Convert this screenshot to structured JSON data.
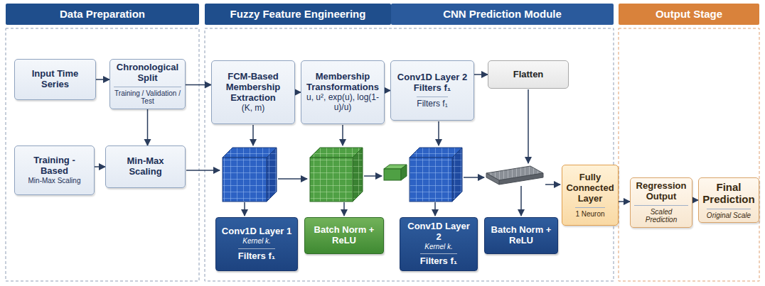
{
  "diagram": {
    "nodes": [
      {
        "text": [
          "Data Preparation"
        ]
      },
      {
        "text": [
          "Fuzzy Feature Engineering"
        ]
      },
      {
        "text": [
          "CNN Prediction Module"
        ]
      },
      {
        "text": [
          "Output Stage"
        ]
      },
      {
        "text": [
          "Input Time Series"
        ]
      },
      {
        "text": [
          "Chronological Split",
          "Training / Validation / Test"
        ]
      },
      {
        "text": [
          "Training - Based",
          "Min-Max Scaling"
        ]
      },
      {
        "text": [
          "Min-Max Scaling"
        ]
      },
      {
        "text": [
          "FCM-Based Membership Extraction",
          "(K, m)"
        ]
      },
      {
        "text": [
          "Membership Transformations",
          "u, u², exp(u), log(1-u)/u)"
        ]
      },
      {
        "text": [
          "Conv1D Layer 2 Filters f₁",
          "Filters f₁"
        ]
      },
      {
        "text": [
          "Flatten"
        ]
      },
      {
        "text": [
          "Conv1D Layer 1",
          "Kernel k.",
          "Filters f₁"
        ]
      },
      {
        "text": [
          "Batch Norm + ReLU"
        ]
      },
      {
        "text": [
          "Conv1D Layer 2",
          "Kernel k.",
          "Filters f₁"
        ]
      },
      {
        "text": [
          "Batch Norm + ReLU"
        ]
      },
      {
        "text": [
          "Fully Connected Layer",
          "1 Neuron"
        ]
      },
      {
        "text": [
          "Regression Output",
          "Scaled Prediction"
        ]
      },
      {
        "text": [
          "Final Prediction",
          "Original Scale"
        ]
      }
    ],
    "edges": [
      {
        "from": 4,
        "to": 5,
        "arrow": "to"
      },
      {
        "from": 5,
        "to": 7,
        "arrow": "to"
      },
      {
        "from": 6,
        "to": 7,
        "arrow": "to"
      },
      {
        "from": 5,
        "to": 8,
        "arrow": "to"
      },
      {
        "from": 8,
        "to": 9,
        "arrow": "to"
      },
      {
        "from": 9,
        "to": 10,
        "arrow": "to"
      },
      {
        "from": 10,
        "to": 11,
        "arrow": "to"
      },
      {
        "from": 16,
        "to": 17,
        "arrow": "to"
      },
      {
        "from": 17,
        "to": 18,
        "arrow": "to"
      }
    ]
  }
}
